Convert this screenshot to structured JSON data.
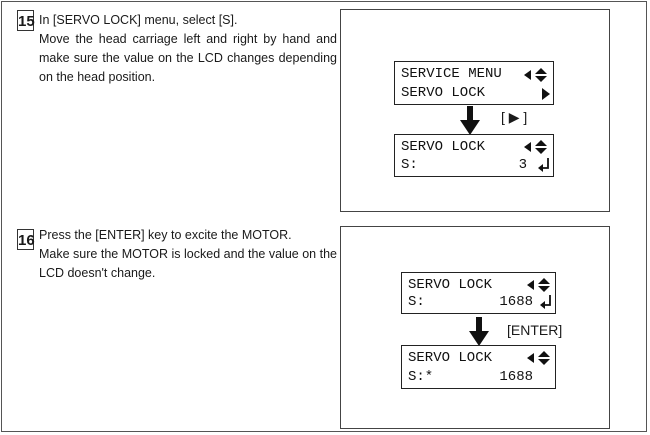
{
  "steps": [
    {
      "number": "15",
      "lines": [
        "In [SERVO LOCK] menu, select [S].",
        "Move the head carriage left and right by hand and make sure the value on the LCD changes depending on the head position."
      ],
      "lcd_before": {
        "line1": "SERVICE MENU",
        "line2": "SERVO LOCK"
      },
      "key_label": "[ ▶ ]",
      "lcd_after": {
        "line1": "SERVO LOCK",
        "line2": "S:",
        "value": "3"
      }
    },
    {
      "number": "16",
      "lines": [
        "Press the [ENTER] key to excite the MOTOR.",
        "Make sure the MOTOR is locked and the value on the LCD doesn't change."
      ],
      "lcd_before": {
        "line1": "SERVO LOCK",
        "line2": "S:",
        "value": "1688"
      },
      "key_label": "[ENTER]",
      "lcd_after": {
        "line1": "SERVO LOCK",
        "line2": "S:*",
        "value": "1688"
      }
    }
  ]
}
